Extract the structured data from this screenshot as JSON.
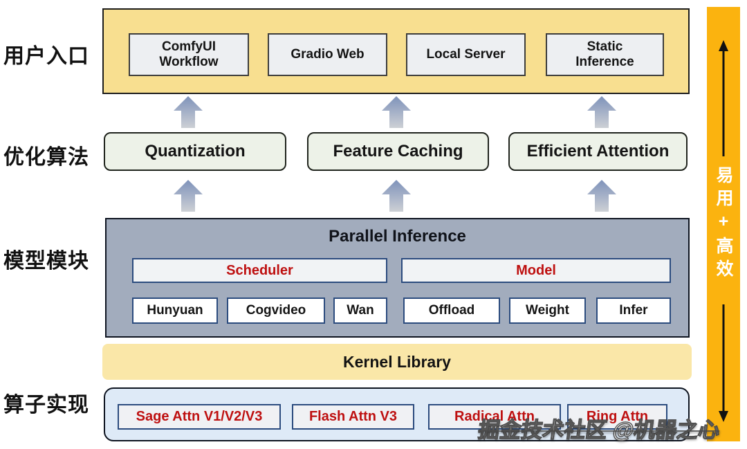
{
  "row_labels": [
    {
      "label": "用户入口"
    },
    {
      "label": "优化算法"
    },
    {
      "label": "模型模块"
    },
    {
      "label": "算子实现"
    }
  ],
  "user_entry": {
    "items": [
      {
        "label": "ComfyUI Workflow"
      },
      {
        "label": "Gradio Web"
      },
      {
        "label": "Local Server"
      },
      {
        "label": "Static Inference"
      }
    ]
  },
  "optimization": {
    "items": [
      {
        "label": "Quantization"
      },
      {
        "label": "Feature Caching"
      },
      {
        "label": "Efficient Attention"
      }
    ]
  },
  "model_module": {
    "title": "Parallel Inference",
    "groups": [
      {
        "header": "Scheduler",
        "children": [
          {
            "label": "Hunyuan"
          },
          {
            "label": "Cogvideo"
          },
          {
            "label": "Wan"
          }
        ]
      },
      {
        "header": "Model",
        "children": [
          {
            "label": "Offload"
          },
          {
            "label": "Weight"
          },
          {
            "label": "Infer"
          }
        ]
      }
    ]
  },
  "kernel_library": {
    "title": "Kernel Library"
  },
  "operators": {
    "items": [
      {
        "label": "Sage Attn V1/V2/V3"
      },
      {
        "label": "Flash Attn V3"
      },
      {
        "label": "Radical Attn"
      },
      {
        "label": "Ring Attn"
      }
    ]
  },
  "side_banner": {
    "text": "易用+高效"
  },
  "watermark": {
    "text": "掘金技术社区 @机器之心"
  },
  "colors": {
    "entry_panel_bg": "#F8DF90",
    "kernel_bar_bg": "#FAE7A8",
    "side_banner_bg": "#FBB30F",
    "module_panel_bg": "#A2ACBD",
    "operator_panel_bg": "#DEEAF7",
    "optimization_box_bg": "#EDF2E8",
    "inner_box_border_blue": "#2B4B7E",
    "accent_red": "#BE1010",
    "arrow_gradient_top": "#7E92BA",
    "arrow_gradient_bottom": "#CDD0D5"
  }
}
